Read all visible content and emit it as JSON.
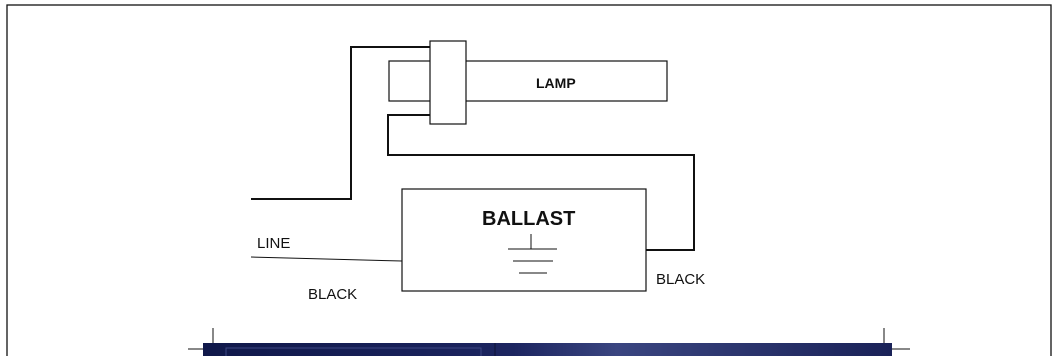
{
  "diagram": {
    "lamp_label": "LAMP",
    "ballast_label": "BALLAST",
    "line_label": "LINE",
    "black_left_label": "BLACK",
    "black_right_label": "BLACK",
    "ground_symbol": "ground-icon"
  },
  "colors": {
    "wire": "#111111",
    "photo_dark": "#121a4a",
    "photo_mid": "#27306a"
  }
}
